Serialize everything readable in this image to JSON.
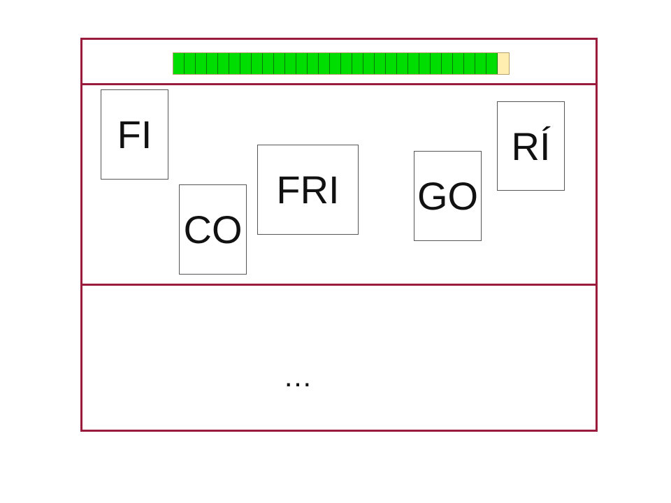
{
  "progress": {
    "total_segments": 30,
    "completed_segments": 29,
    "filled_color": "#00dd00",
    "empty_color": "#ffeeb0"
  },
  "syllable_cards": [
    {
      "id": "fi",
      "label": "FI"
    },
    {
      "id": "co",
      "label": "CO"
    },
    {
      "id": "fri",
      "label": "FRI"
    },
    {
      "id": "go",
      "label": "GO"
    },
    {
      "id": "ri",
      "label": "RÍ"
    }
  ],
  "answer": {
    "text": "…"
  },
  "colors": {
    "frame": "#9b1b3c",
    "background": "#ffffff"
  }
}
